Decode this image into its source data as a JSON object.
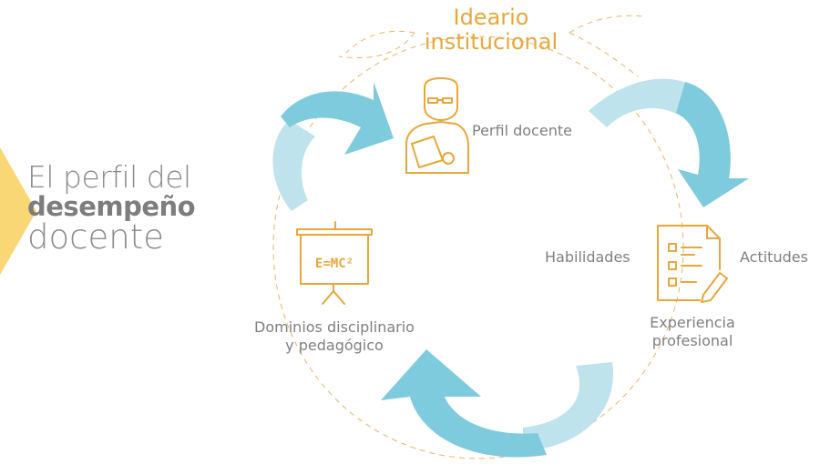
{
  "title": {
    "line1": "El perfil del",
    "line2": "desempeño",
    "line3": "docente"
  },
  "ideario": {
    "line1": "Ideario",
    "line2": "institucional"
  },
  "nodes": {
    "perfil": "Perfil docente",
    "habilidades": "Habilidades",
    "actitudes": "Actitudes",
    "experiencia": {
      "line1": "Experiencia",
      "line2": "profesional"
    },
    "dominios": {
      "line1": "Dominios disciplinario",
      "line2": "y pedagógico"
    },
    "board_text": "E=MC²"
  },
  "colors": {
    "accent_orange": "#e8a73a",
    "yellow_triangle": "#f9d775",
    "arrow_dark": "#7ecbde",
    "arrow_light": "#bfe3ec",
    "text_gray": "#808080"
  },
  "icons": [
    "teacher-icon",
    "checklist-document-icon",
    "blackboard-formula-icon"
  ]
}
